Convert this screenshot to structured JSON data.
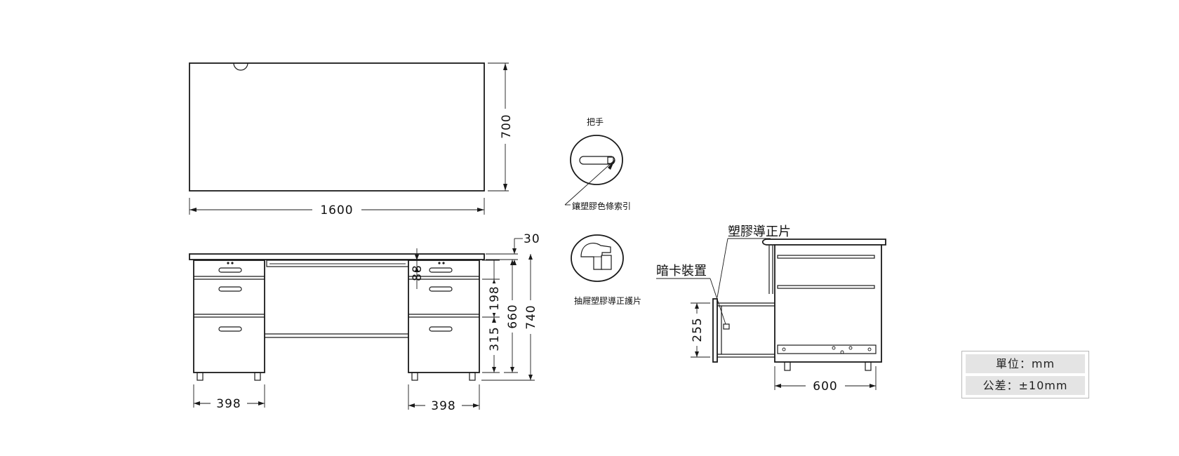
{
  "top_view": {
    "width_label": "1600",
    "depth_label": "700"
  },
  "handle_detail": {
    "title": "把手",
    "note": "鑲塑膠色條索引"
  },
  "slide_detail": {
    "note": "抽屜塑膠導正護片"
  },
  "front_view": {
    "top_thickness": "30",
    "keyboard_gap": "88",
    "drawer_mid": "198",
    "drawer_bottom": "315",
    "body_height": "660",
    "total_height": "740",
    "left_pedestal_width": "398",
    "right_pedestal_width": "398"
  },
  "side_view": {
    "guide_label": "塑膠導正片",
    "lock_label": "暗卡裝置",
    "drawer_height": "255",
    "depth_label": "600"
  },
  "legend": {
    "unit": "單位：mm",
    "tolerance": "公差：±10mm"
  }
}
